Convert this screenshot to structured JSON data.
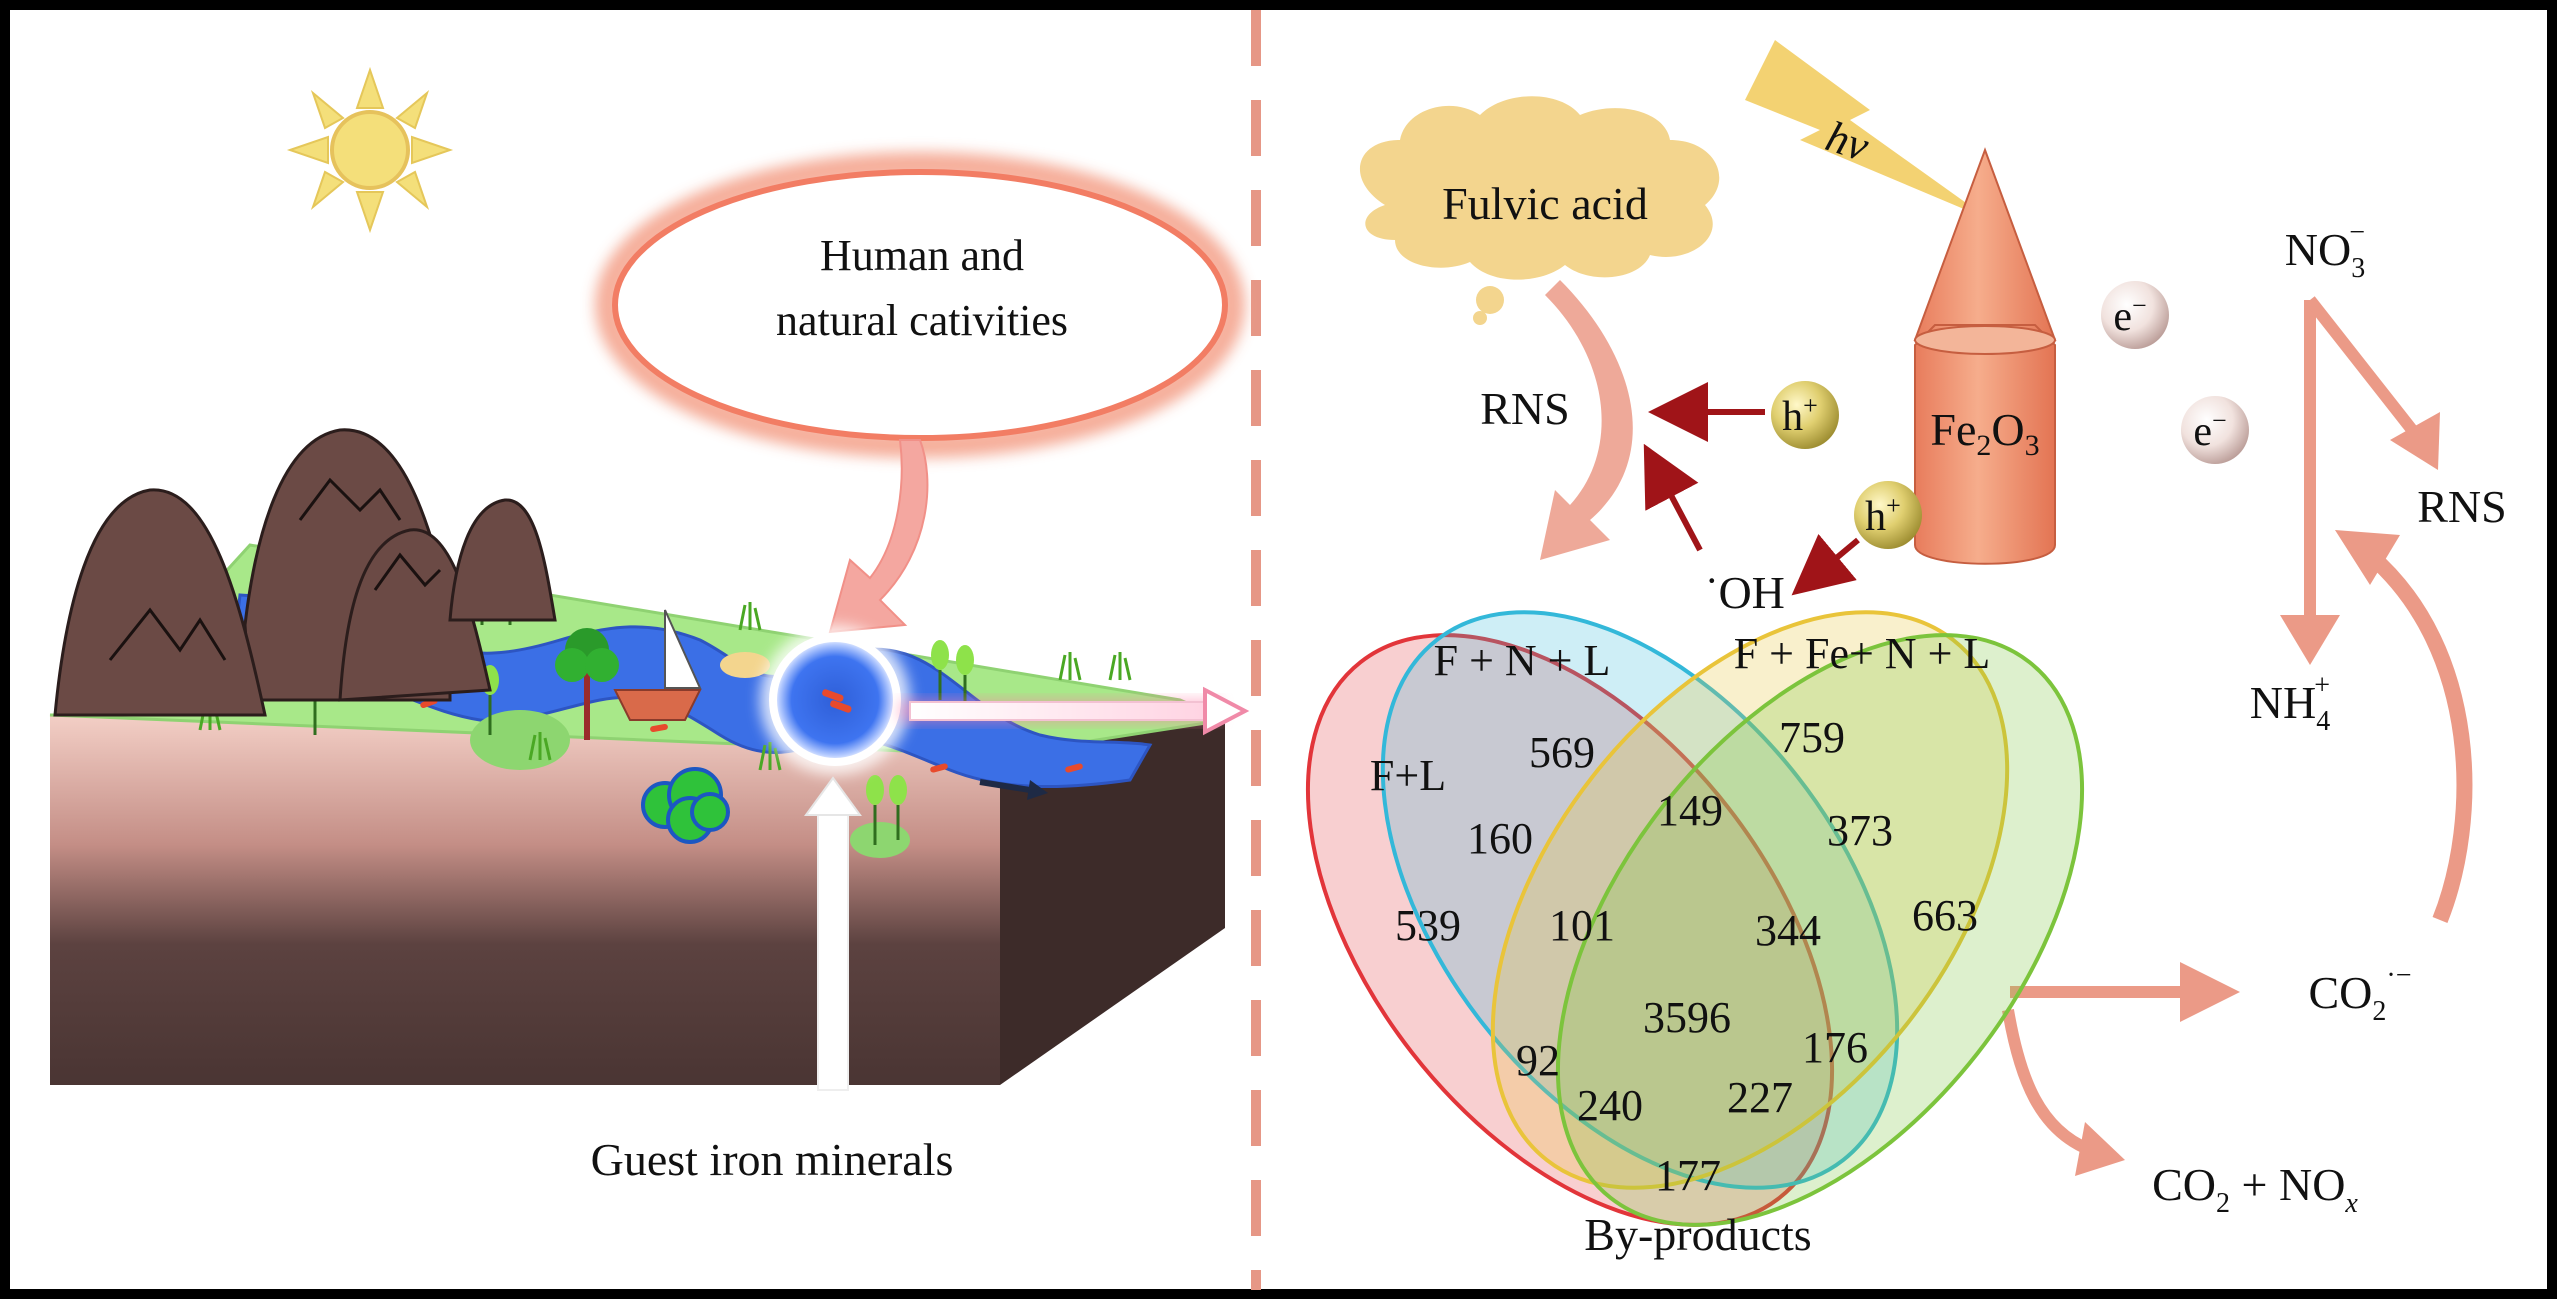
{
  "left_panel": {
    "callout": {
      "line1": "Human and",
      "line2": "natural cativities"
    },
    "bottom_label": "Guest iron minerals"
  },
  "mechanism": {
    "fulvic_acid": "Fulvic acid",
    "hv": "hν",
    "mineral": {
      "base": "Fe",
      "sub1": "2",
      "mid": "O",
      "sub2": "3"
    },
    "electron": {
      "base": "e",
      "sup": "−"
    },
    "hole": {
      "base": "h",
      "sup": "+"
    },
    "rns_left": "RNS",
    "oh_radical": {
      "dot": "·",
      "base": "OH"
    },
    "nitrate": {
      "base": "NO",
      "sub": "3",
      "sup": "−"
    },
    "rns_right": "RNS",
    "ammonium": {
      "base": "NH",
      "sub": "4",
      "sup": "+"
    },
    "co2_radical": {
      "base": "CO",
      "sub": "2",
      "sup": "·−"
    },
    "final_products": {
      "co2_base": "CO",
      "co2_sub": "2",
      "plus": " + NO",
      "nox_sub": "x"
    }
  },
  "venn": {
    "set_labels": {
      "a": "F+L",
      "b": "F + N + L",
      "c": "F + Fe+ N + L"
    },
    "bottom_label": "By-products",
    "regions": [
      {
        "id": "only-b",
        "value": "569"
      },
      {
        "id": "only-c",
        "value": "759"
      },
      {
        "id": "b-c",
        "value": "149"
      },
      {
        "id": "a-b",
        "value": "160"
      },
      {
        "id": "c-d",
        "value": "373"
      },
      {
        "id": "only-a",
        "value": "539"
      },
      {
        "id": "a-b-c",
        "value": "101"
      },
      {
        "id": "b-c-d",
        "value": "344"
      },
      {
        "id": "only-d",
        "value": "663"
      },
      {
        "id": "all",
        "value": "3596"
      },
      {
        "id": "b-d",
        "value": "176"
      },
      {
        "id": "a-c",
        "value": "92"
      },
      {
        "id": "a-c-d",
        "value": "240"
      },
      {
        "id": "a-b-d",
        "value": "227"
      },
      {
        "id": "a-d",
        "value": "177"
      }
    ]
  },
  "colors": {
    "dashed_divider": "#e69786",
    "water": "#3b6fe6",
    "grass": "#a8e889",
    "soil": "#4a3533",
    "hill": "#6b4a45",
    "mineral": "#f0a07c",
    "sun": "#f4df7a",
    "cloud": "#f3d58e",
    "arrow_salmon": "#eb9a87",
    "arrow_dark_red": "#a01418",
    "venn_red": "#e2353a",
    "venn_yellow": "#e9c43a",
    "venn_cyan": "#33b8d9",
    "venn_green": "#7cc43c"
  }
}
